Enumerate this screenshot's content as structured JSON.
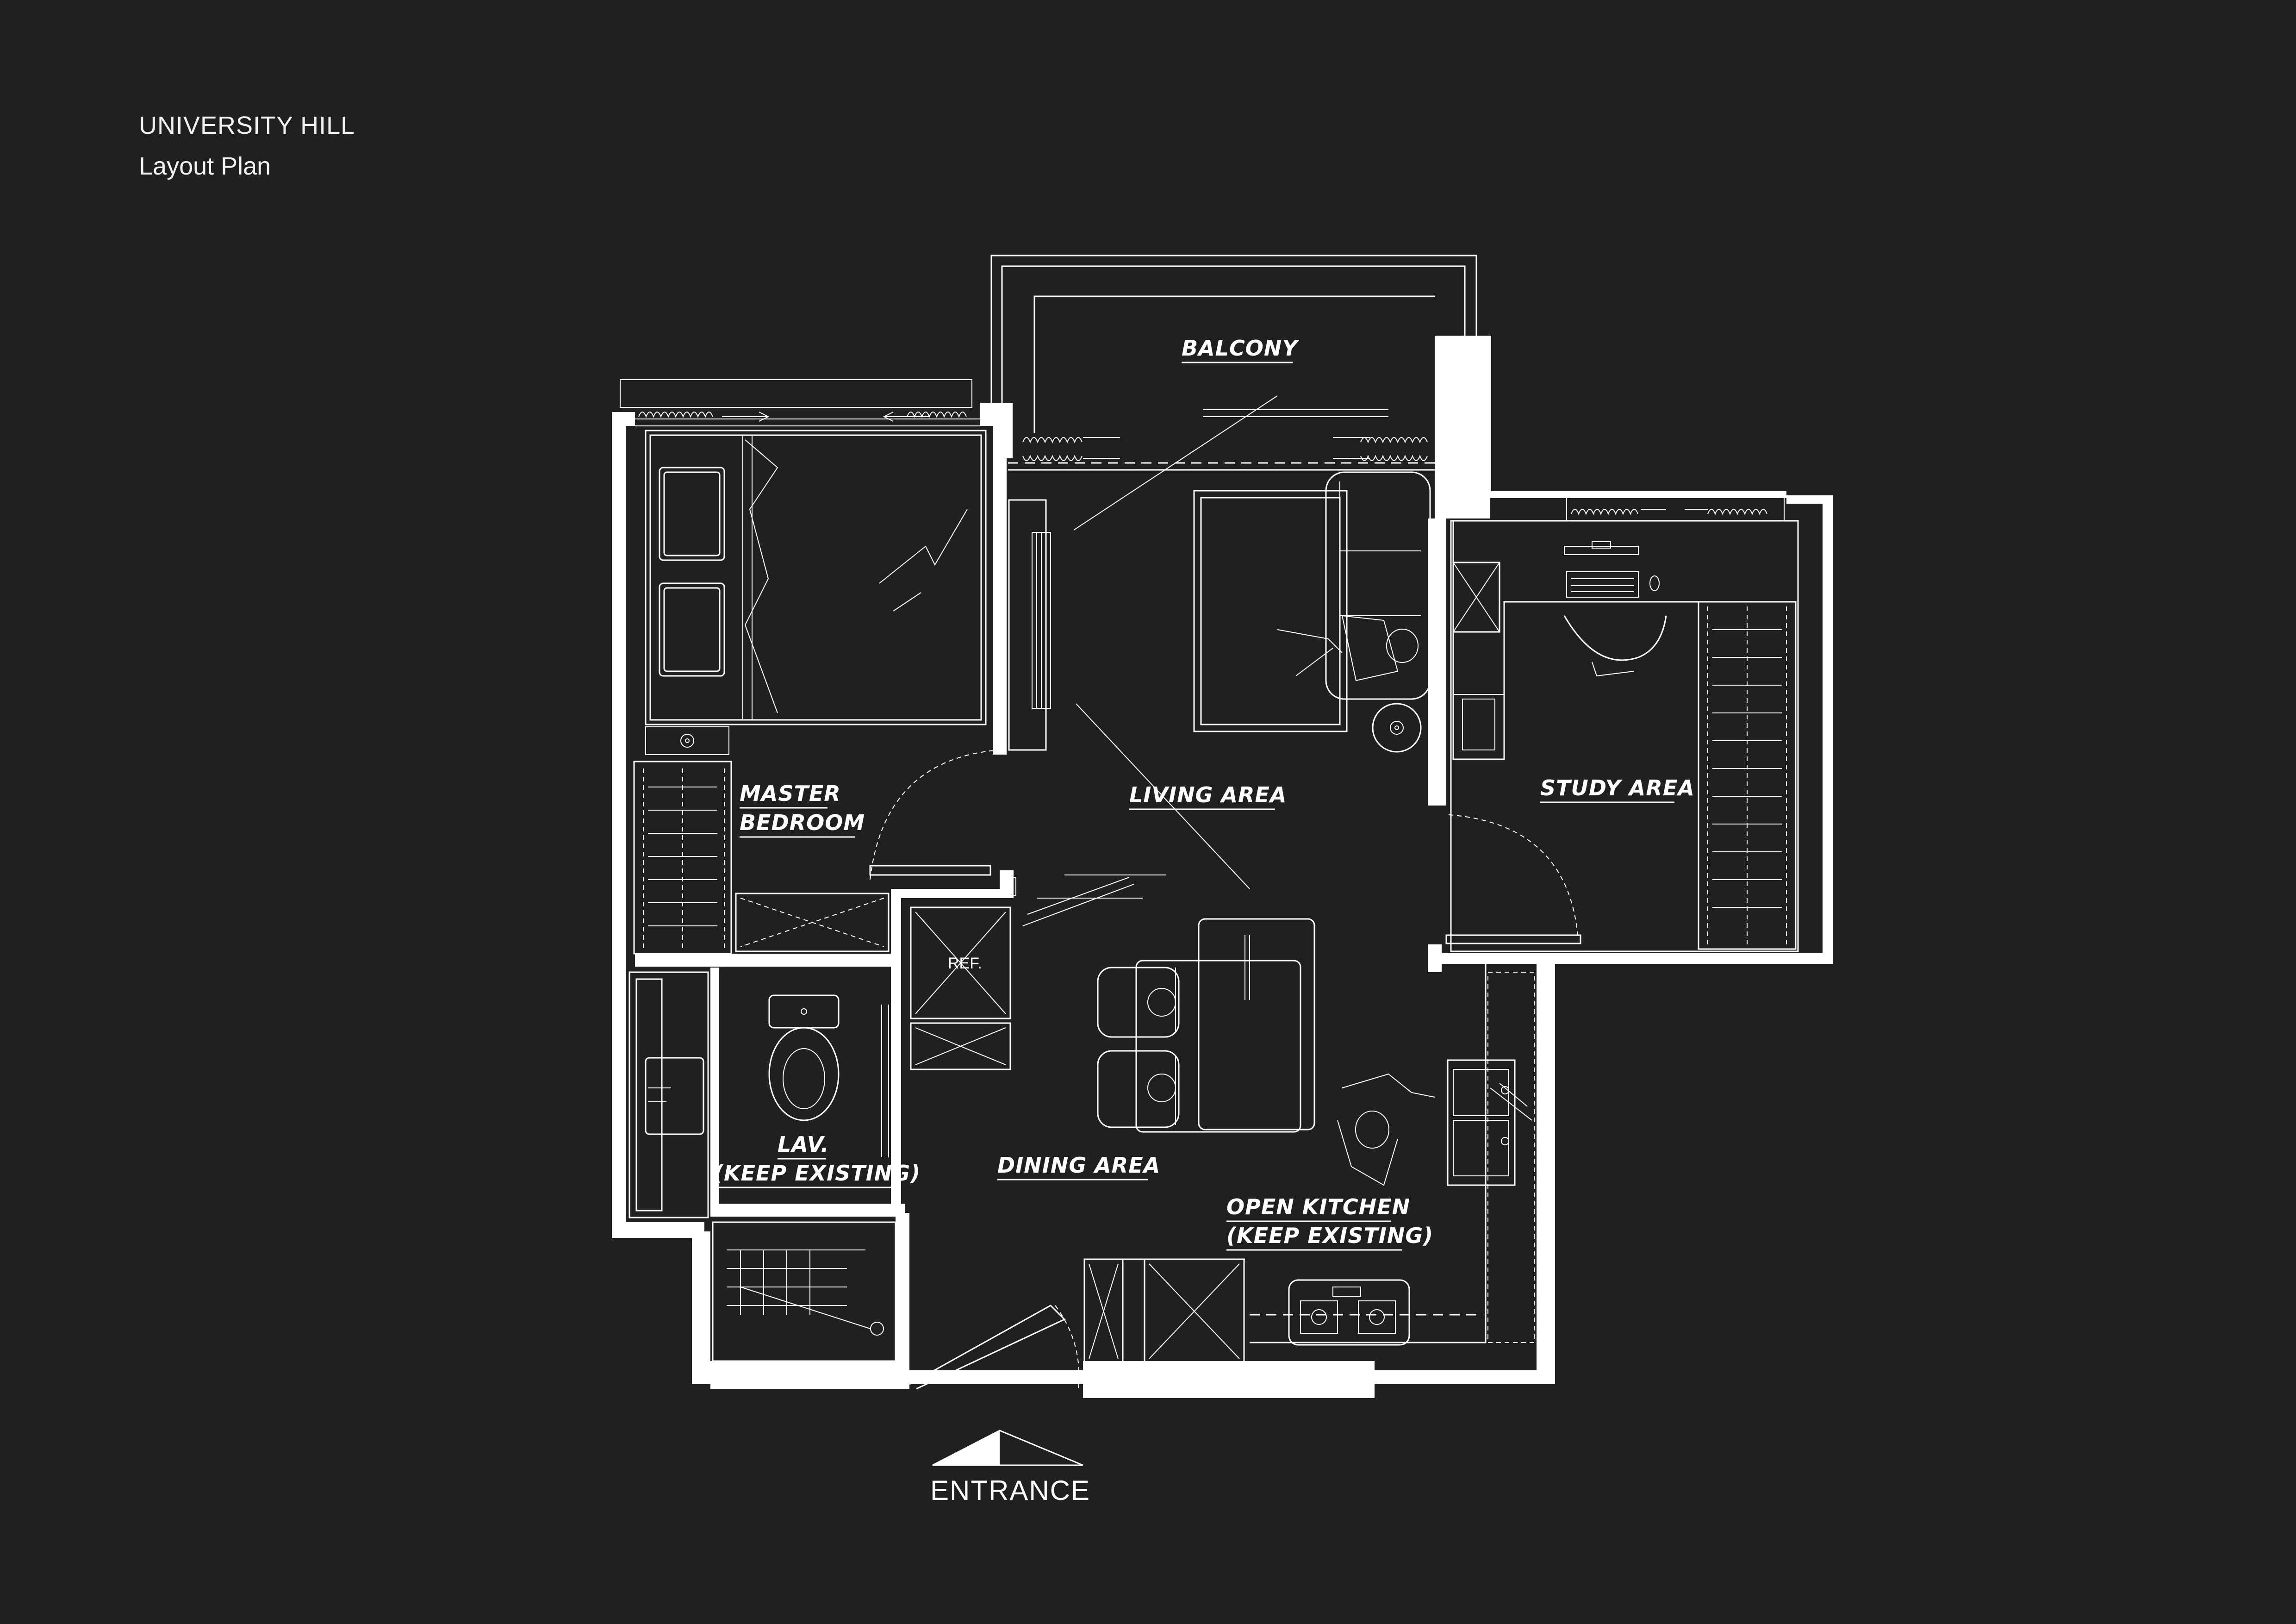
{
  "header": {
    "project": "UNIVERSITY HILL",
    "subtitle": "Layout Plan"
  },
  "rooms": {
    "balcony": "BALCONY",
    "living": "LIVING AREA",
    "master_line1": "MASTER",
    "master_line2": "BEDROOM",
    "study": "STUDY AREA",
    "lav_line1": "LAV.",
    "lav_line2": "(KEEP EXISTING)",
    "dining": "DINING AREA",
    "kitchen_line1": "OPEN KITCHEN",
    "kitchen_line2": "(KEEP EXISTING)"
  },
  "fixtures": {
    "fridge": "REF."
  },
  "entrance": {
    "label": "ENTRANCE"
  },
  "colors": {
    "background": "#1f2020",
    "line": "#ffffff"
  }
}
